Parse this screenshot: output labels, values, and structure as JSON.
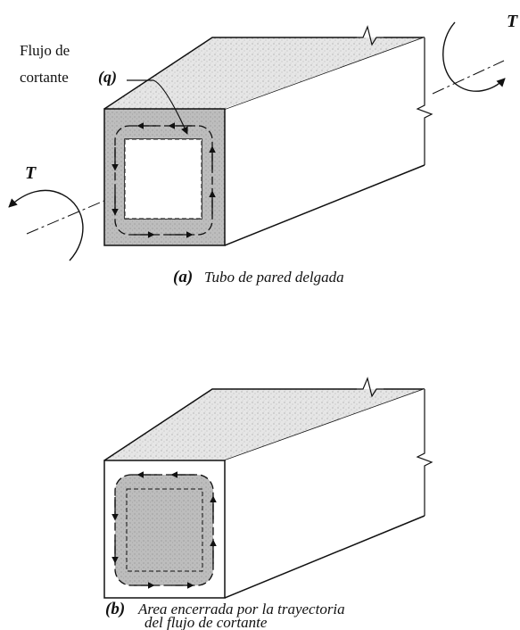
{
  "figure_a": {
    "label_flow_line1": "Flujo de",
    "label_flow_line2": "cortante",
    "label_q": "(q)",
    "torque_left": "T",
    "torque_right": "T",
    "caption_tag": "(a)",
    "caption_text": "Tubo de pared delgada"
  },
  "figure_b": {
    "caption_tag": "(b)",
    "caption_line1": "Area encerrada por la trayectoria",
    "caption_line2": "del flujo de cortante"
  },
  "colors": {
    "stroke": "#111111",
    "wall_fill": "#b9b9b9",
    "top_face_fill": "#dedede",
    "enclosed_area_fill": "#c2c2c2"
  }
}
